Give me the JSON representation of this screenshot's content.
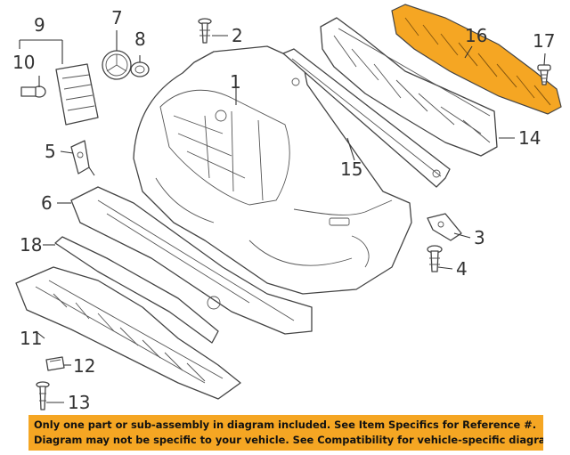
{
  "diagram": {
    "callouts": [
      {
        "id": "c1",
        "text": "1"
      },
      {
        "id": "c2",
        "text": "2"
      },
      {
        "id": "c3",
        "text": "3"
      },
      {
        "id": "c4",
        "text": "4"
      },
      {
        "id": "c5",
        "text": "5"
      },
      {
        "id": "c6",
        "text": "6"
      },
      {
        "id": "c7",
        "text": "7"
      },
      {
        "id": "c8",
        "text": "8"
      },
      {
        "id": "c9",
        "text": "9"
      },
      {
        "id": "c10",
        "text": "10"
      },
      {
        "id": "c11",
        "text": "11"
      },
      {
        "id": "c12",
        "text": "12"
      },
      {
        "id": "c13",
        "text": "13"
      },
      {
        "id": "c14",
        "text": "14"
      },
      {
        "id": "c15",
        "text": "15"
      },
      {
        "id": "c16",
        "text": "16"
      },
      {
        "id": "c17",
        "text": "17"
      },
      {
        "id": "c18",
        "text": "18"
      }
    ],
    "highlight_color": "#f5a623",
    "line_color": "#444444"
  },
  "disclaimer": {
    "line1": "Only one part or sub-assembly in diagram included. See Item Specifics for Reference #.",
    "line2": "Diagram may not be specific to your vehicle. See Compatibility for vehicle-specific diagrams.",
    "background": "#f5a623"
  }
}
